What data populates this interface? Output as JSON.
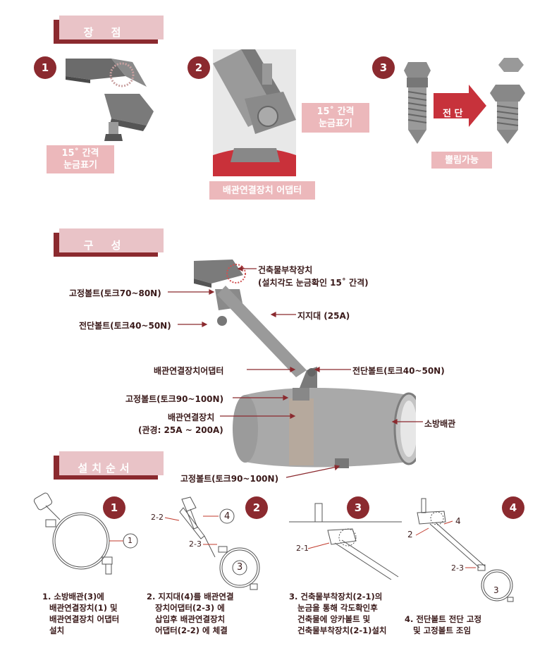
{
  "sections": {
    "advantages": "장 점",
    "composition": "구 성",
    "install_order": "설치순서"
  },
  "advantages": {
    "n1": "1",
    "n2": "2",
    "n3": "3",
    "box1_line1": "15˚ 간격",
    "box1_line2": "눈금표기",
    "box2_line1": "15˚ 간격",
    "box2_line2": "눈금표기",
    "adapter": "배관연결장치 어댑터",
    "arrow": "전 단",
    "breakable": "뿔림가능"
  },
  "composition": {
    "building_attach": "건축물부착장치",
    "building_attach_sub": "(설치각도 눈금확인 15˚ 간격)",
    "fix_bolt_70": "고정볼트(토크70~80N)",
    "shear_bolt_left": "전단볼트(토크40~50N)",
    "support": "지지대 (25A)",
    "adapter": "배관연결장치어댑터",
    "shear_bolt_right": "전단볼트(토크40~50N)",
    "fix_bolt_90_top": "고정볼트(토크90~100N)",
    "pipe_conn": "배관연결장치",
    "pipe_conn_sub": "(관경: 25A ~ 200A)",
    "fire_pipe": "소방배관",
    "fix_bolt_90_bottom": "고정볼트(토크90~100N)"
  },
  "install": {
    "n1": "1",
    "n2": "2",
    "n3": "3",
    "n4": "4",
    "step1": [
      "1. 소방배관(3)에",
      "배관연결장치(1) 및",
      "배관연결장치 어댑터",
      "설치"
    ],
    "step2": [
      "2. 지지대(4)를 배관연결",
      "장치어댑터(2-3) 에",
      "삽입후 배관연결장치",
      "어댑터(2-2) 에 체결"
    ],
    "step3": [
      "3. 건축물부착장치(2-1)의",
      "눈금을 통해 각도확인후",
      "건축물에 앙카볼트 및",
      "건축물부착장치(2-1)설치"
    ],
    "step4": [
      "4. 전단볼트 전단 고정",
      "및 고정볼트 조임"
    ],
    "d1_c1": "1",
    "d2_c22": "2-2",
    "d2_c4": "4",
    "d2_c23": "2-3",
    "d2_c3": "3",
    "d3_c21": "2-1",
    "d4_c2": "2",
    "d4_c4": "4",
    "d4_c23": "2-3",
    "d4_c3": "3"
  }
}
